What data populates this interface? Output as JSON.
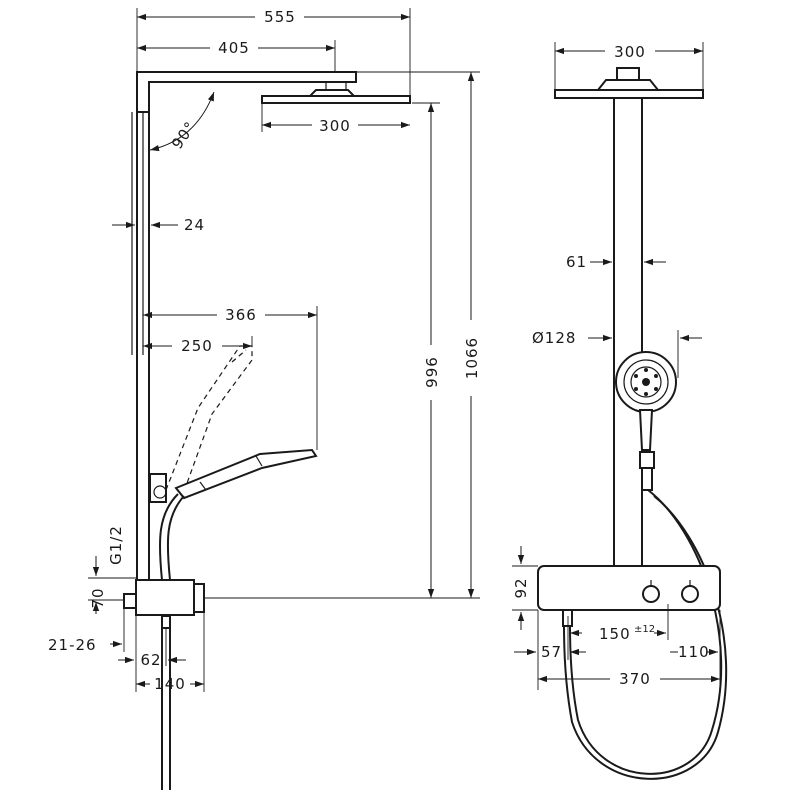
{
  "side_view": {
    "overall_width": "555",
    "arm_length": "405",
    "head_width": "300",
    "angle": "90°",
    "rail_depth": "24",
    "handshower_reach_max": "366",
    "handshower_reach_min": "250",
    "height_head": "996",
    "height_total": "1066",
    "thread": "G1/2",
    "connection_height": "70",
    "wall_distance": "21-26",
    "mixer_depth_inner": "62",
    "mixer_depth": "140"
  },
  "front_view": {
    "head_width": "300",
    "pipe_width": "61",
    "handshower_diameter": "Ø128",
    "mixer_height": "92",
    "connection_spacing": "150",
    "connection_spacing_tolerance": "±12",
    "left_offset": "57",
    "right_offset": "110",
    "mixer_width": "370"
  }
}
